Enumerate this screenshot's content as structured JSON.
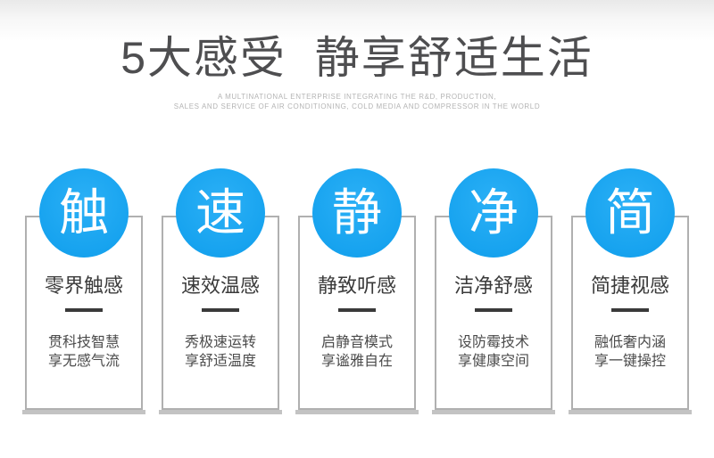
{
  "header": {
    "title": "5大感受  静享舒适生活",
    "subtitle_lines": [
      "A MULTINATIONAL ENTERPRISE INTEGRATING THE R&D, PRODUCTION,",
      "SALES AND SERVICE OF AIR CONDITIONING, COLD MEDIA AND COMPRESSOR IN THE WORLD"
    ]
  },
  "colors": {
    "accent_blue": "#17a3ef",
    "card_border": "#b0b0b0",
    "card_shadow": "#c3c3c3",
    "title_text": "#4e4e50",
    "subtitle_text": "#b4b4b4",
    "heading_text": "#3a3a3a",
    "body_text": "#4b4b4b"
  },
  "features": [
    {
      "badge": "触",
      "heading": "零界触感",
      "desc_line1": "贯科技智慧",
      "desc_line2": "享无感气流"
    },
    {
      "badge": "速",
      "heading": "速效温感",
      "desc_line1": "秀极速运转",
      "desc_line2": "享舒适温度"
    },
    {
      "badge": "静",
      "heading": "静致听感",
      "desc_line1": "启静音模式",
      "desc_line2": "享谧雅自在"
    },
    {
      "badge": "净",
      "heading": "洁净舒感",
      "desc_line1": "设防霉技术",
      "desc_line2": "享健康空间"
    },
    {
      "badge": "简",
      "heading": "简捷视感",
      "desc_line1": "融低奢内涵",
      "desc_line2": "享一键操控"
    }
  ]
}
